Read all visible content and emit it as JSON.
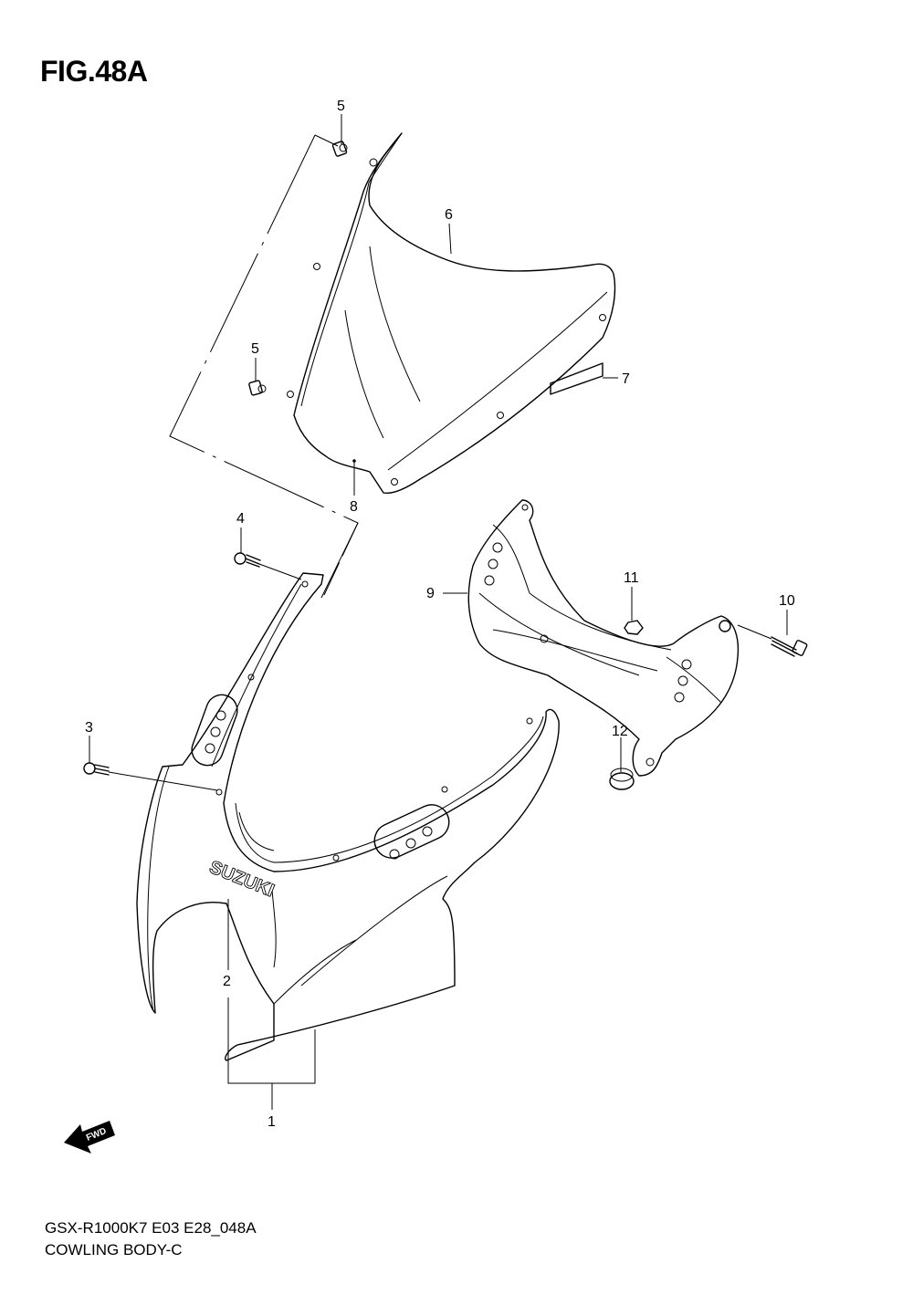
{
  "figure": {
    "title": "FIG.48A"
  },
  "footer": {
    "model_code": "GSX-R1000K7 E03 E28_048A",
    "section_name": "COWLING BODY-C"
  },
  "fwd_label": "FWD",
  "logo_text": "SUZUKI",
  "callouts": [
    {
      "id": "1",
      "label": "1"
    },
    {
      "id": "2",
      "label": "2"
    },
    {
      "id": "3",
      "label": "3"
    },
    {
      "id": "4",
      "label": "4"
    },
    {
      "id": "5a",
      "label": "5"
    },
    {
      "id": "5b",
      "label": "5"
    },
    {
      "id": "6",
      "label": "6"
    },
    {
      "id": "7",
      "label": "7"
    },
    {
      "id": "8",
      "label": "8"
    },
    {
      "id": "9",
      "label": "9"
    },
    {
      "id": "10",
      "label": "10"
    },
    {
      "id": "11",
      "label": "11"
    },
    {
      "id": "12",
      "label": "12"
    }
  ]
}
